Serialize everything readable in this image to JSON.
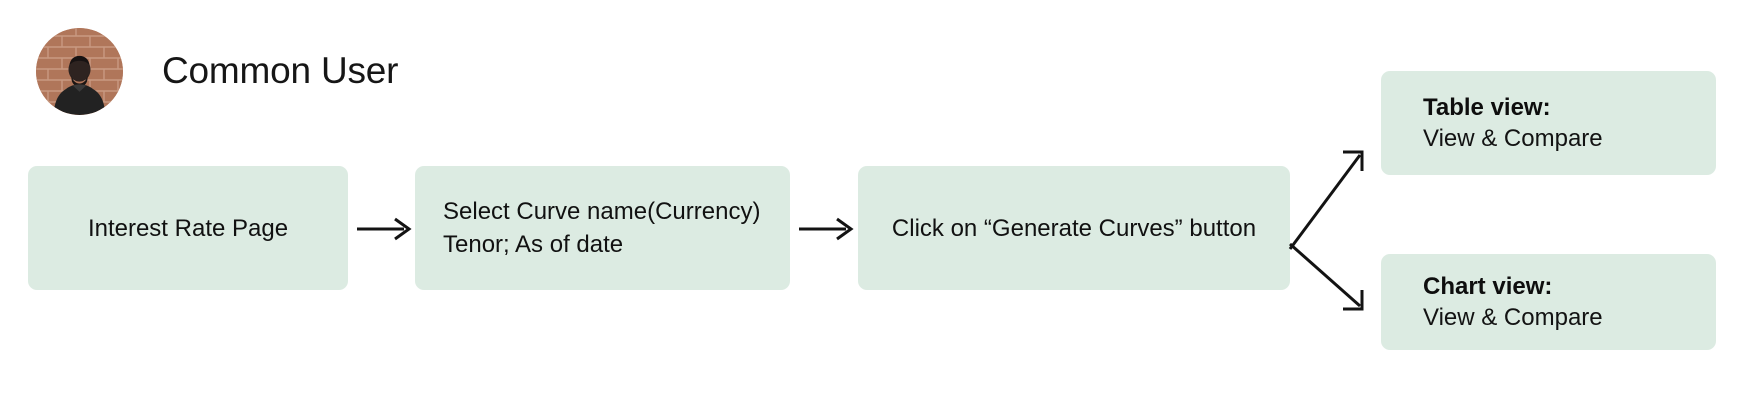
{
  "persona": {
    "name": "Common User",
    "avatar_alt": "user-avatar-photo"
  },
  "flow": {
    "steps": [
      {
        "id": "interest-rate-page",
        "label": "Interest Rate Page",
        "align": "center"
      },
      {
        "id": "select-curve",
        "label": "Select Curve name(Currency)\nTenor; As of date",
        "align": "left"
      },
      {
        "id": "generate-curves",
        "label": "Click on “Generate Curves” button",
        "align": "center"
      }
    ],
    "outcomes": [
      {
        "id": "table-view",
        "title": "Table view:",
        "subtitle": "View & Compare"
      },
      {
        "id": "chart-view",
        "title": "Chart view:",
        "subtitle": "View & Compare"
      }
    ],
    "connectors": [
      {
        "id": "arrow-1",
        "kind": "arrow-right-icon"
      },
      {
        "id": "arrow-2",
        "kind": "arrow-right-icon"
      },
      {
        "id": "arrow-up",
        "kind": "arrow-up-right-icon"
      },
      {
        "id": "arrow-down",
        "kind": "arrow-down-right-icon"
      }
    ]
  },
  "colors": {
    "node_fill": "#dcebe2",
    "text": "#111111",
    "connector": "#131313",
    "background": "#ffffff"
  }
}
